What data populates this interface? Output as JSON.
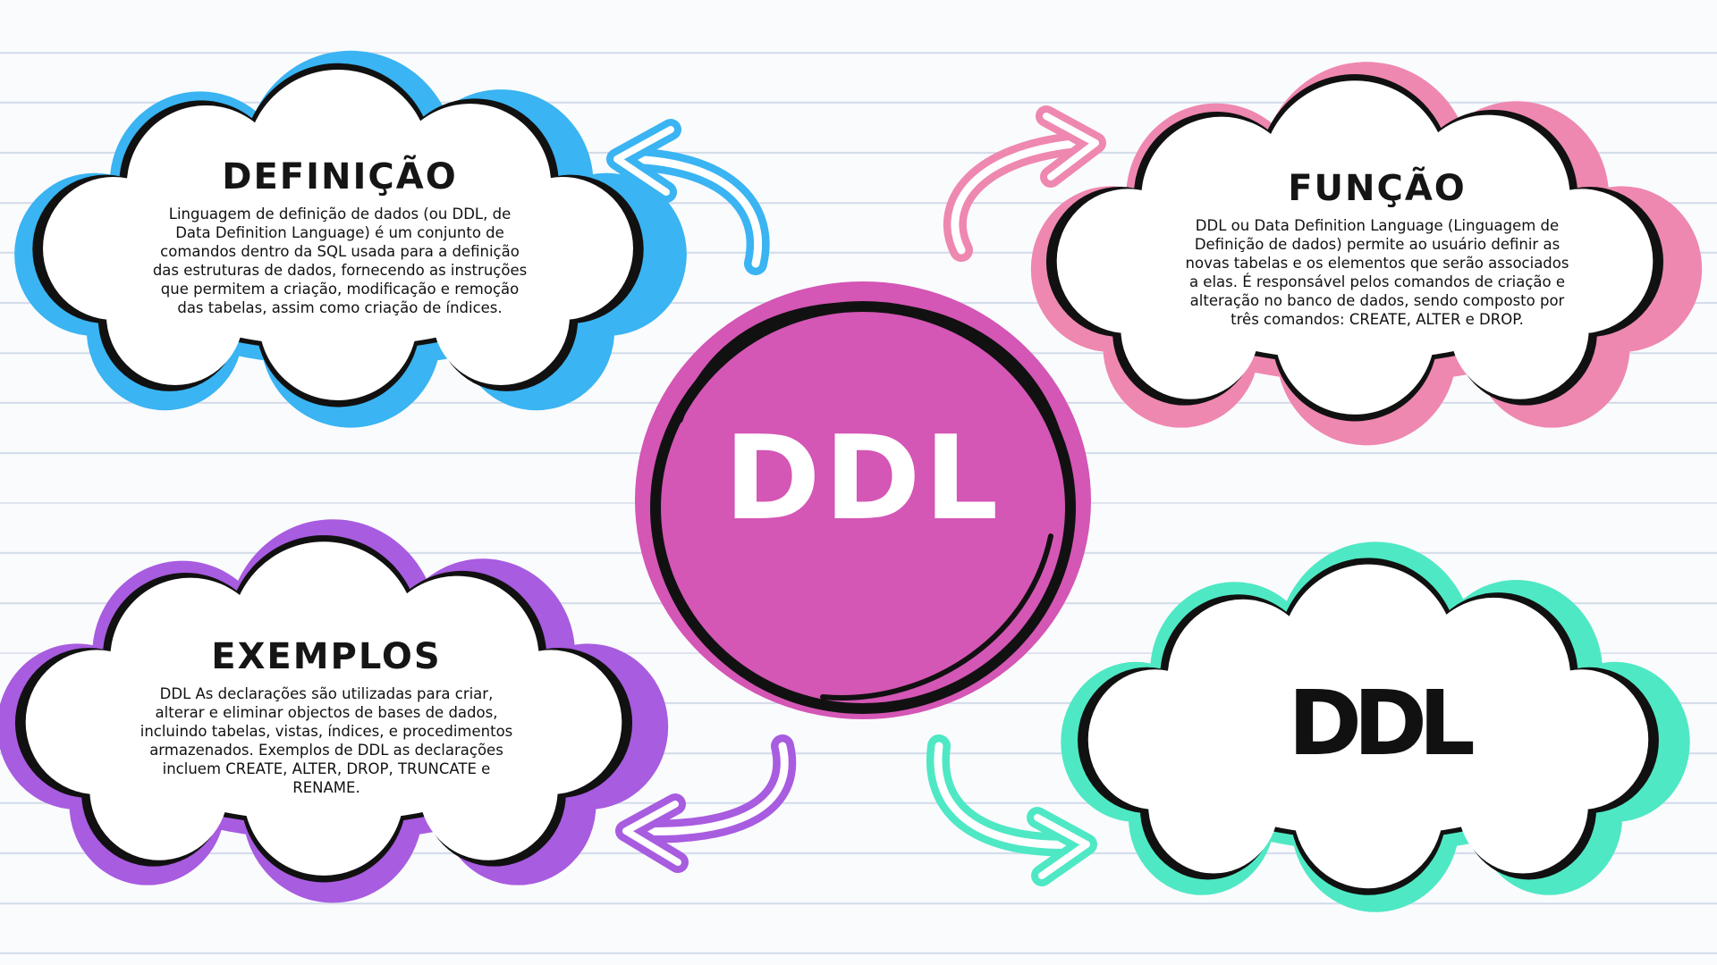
{
  "colors": {
    "definicao": "#3ab4f2",
    "funcao": "#ee88b0",
    "exemplos": "#a85ce0",
    "logo_cloud": "#4fe8c4",
    "center": "#d456b5"
  },
  "center": {
    "label": "DDL"
  },
  "definicao": {
    "title": "DEFINIÇÃO",
    "body": "Linguagem de definição de dados (ou DDL, de Data Definition Language) é um conjunto de comandos dentro da SQL usada para a definição das estruturas de dados, fornecendo as instruções que permitem a criação, modificação e remoção das tabelas, assim como criação de índices."
  },
  "funcao": {
    "title": "FUNÇÃO",
    "body": "DDL ou Data Definition Language (Linguagem de Definição de dados) permite ao usuário definir as novas tabelas e os elementos que serão associados a elas. É responsável pelos comandos de criação e alteração no banco de dados, sendo composto por três comandos: CREATE, ALTER e DROP."
  },
  "exemplos": {
    "title": "EXEMPLOS",
    "body": "DDL As declarações são utilizadas para criar, alterar e eliminar objectos de bases de dados, incluindo tabelas, vistas, índices, e procedimentos armazenados. Exemplos de DDL as declarações incluem CREATE, ALTER, DROP, TRUNCATE e RENAME."
  },
  "logo": {
    "text": "DDL"
  },
  "icons": [
    "arrow-definicao-icon",
    "arrow-funcao-icon",
    "arrow-exemplos-icon",
    "arrow-logo-icon"
  ]
}
